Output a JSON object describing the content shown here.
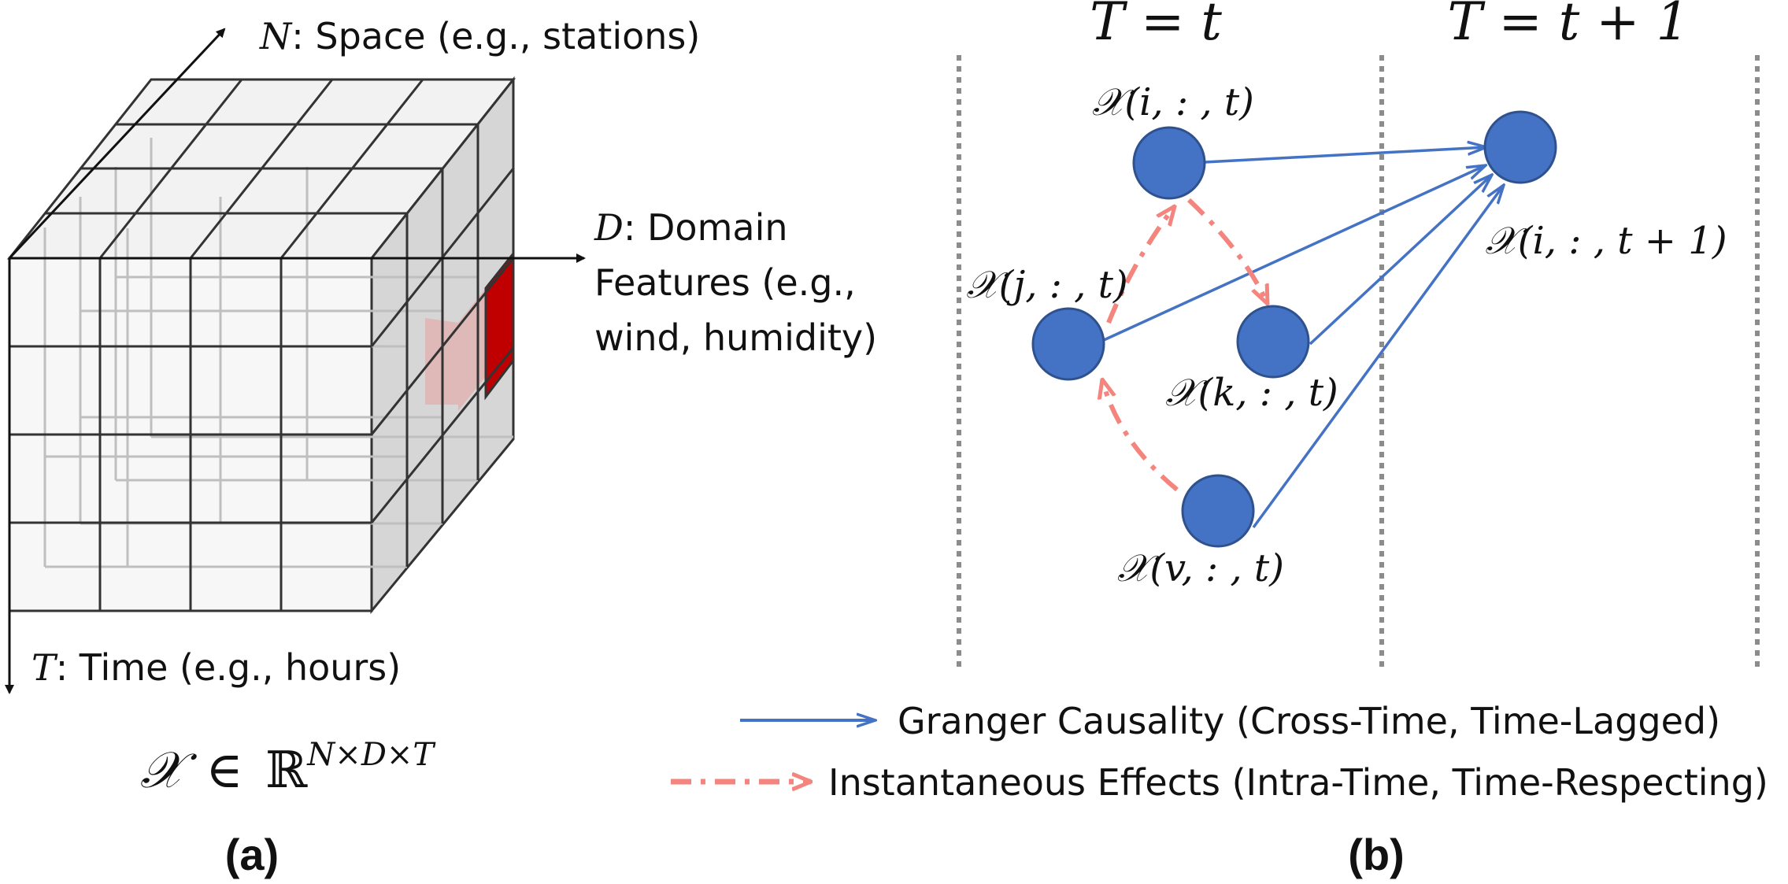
{
  "colors": {
    "granger": "#4472C4",
    "instant": "#F4857E",
    "node_fill": "#4472C4",
    "node_stroke": "#2F528F",
    "highlight": "#C00000",
    "dashed_divider": "#8C8C8C",
    "cube_face": "#F2F2F2",
    "cube_grid": "#333333"
  },
  "panel_a": {
    "axis_n": {
      "var": "N",
      "desc": ": Space (e.g., stations)"
    },
    "axis_d": {
      "var": "D",
      "desc_line1": ": Domain",
      "desc_line2": "Features (e.g.,",
      "desc_line3": "wind, humidity)"
    },
    "axis_t": {
      "var": "T",
      "desc": ": Time (e.g., hours)"
    },
    "formula": {
      "lhs": "𝒳",
      "in": "∈",
      "set": "ℝ",
      "exp": "N×D×T"
    },
    "label": "(a)"
  },
  "panel_b": {
    "col_left": "T = t",
    "col_right": "T = t + 1",
    "nodes": {
      "i_t": "𝒳(i, : , t)",
      "j_t": "𝒳(j, : , t)",
      "k_t": "𝒳(k, : , t)",
      "v_t": "𝒳(v, : , t)",
      "i_t1": "𝒳(i, : , t + 1)"
    },
    "legend": {
      "granger": "Granger Causality (Cross-Time, Time-Lagged)",
      "instant": "Instantaneous Effects (Intra-Time, Time-Respecting)"
    },
    "label": "(b)"
  }
}
